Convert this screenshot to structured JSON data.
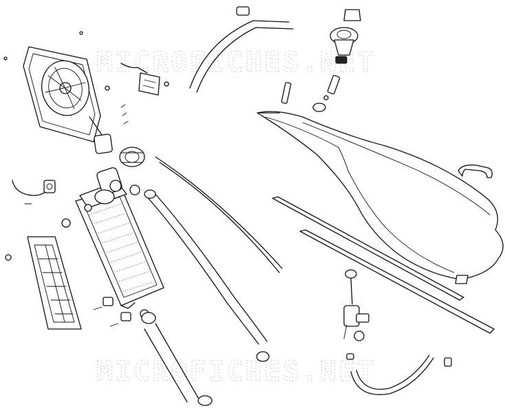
{
  "watermark": {
    "top": "MICROFICHES.NET",
    "bottom": "MICROFICHES.NET"
  },
  "parts": {
    "fan_assembly": "fan-assembly",
    "relay": "relay-bracket",
    "radiator": "radiator",
    "radiator_cap": "radiator-cap",
    "grille": "radiator-grille",
    "hose_upper": "upper-hose",
    "hose_long": "long-hose",
    "hose_top": "overflow-hose",
    "hose_lower": "lower-hose",
    "thermostat": "thermostat-housing",
    "side_panel": "side-panel",
    "trim_strip_upper": "trim-strip-upper",
    "trim_strip_lower": "trim-strip-lower",
    "handle": "grab-handle",
    "fuel_valve": "fuel-tap",
    "fuel_hose": "fuel-hose"
  }
}
